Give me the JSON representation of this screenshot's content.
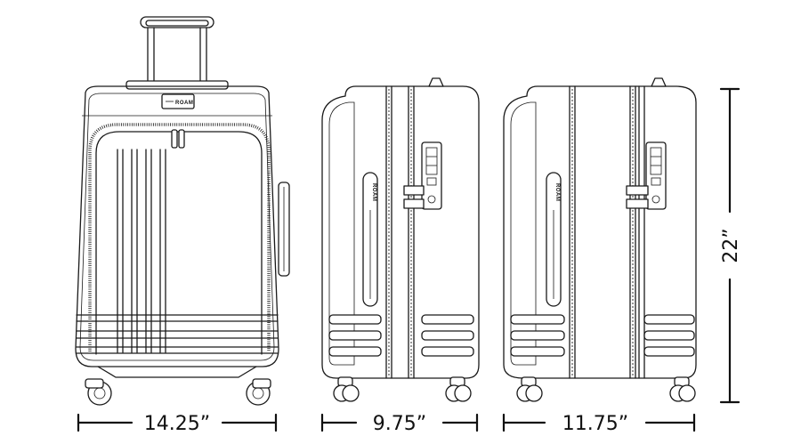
{
  "brand": "ROAM",
  "dimensions": {
    "front_width": "14.25”",
    "side_depth": "9.75”",
    "side_depth_expanded": "11.75”",
    "height": "22”"
  },
  "colors": {
    "line": "#1a1a1a",
    "background": "#ffffff"
  }
}
